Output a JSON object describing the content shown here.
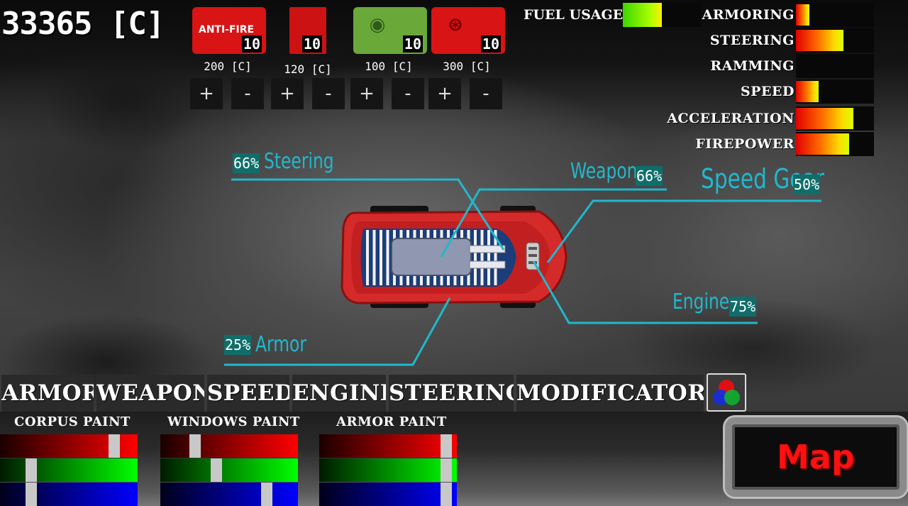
{
  "credits": "33365 [C]",
  "consumables": [
    {
      "name": "anti-fire",
      "label": "ANTI-FIRE",
      "qty": "10",
      "price": "200 [C]",
      "color": "#d81414"
    },
    {
      "name": "fuel",
      "label": "",
      "qty": "10",
      "price": "120 [C]",
      "color": "#cc1212"
    },
    {
      "name": "repair",
      "label": "",
      "qty": "10",
      "price": "100 [C]",
      "color": "#6aa83a"
    },
    {
      "name": "ammo",
      "label": "",
      "qty": "10",
      "price": "300 [C]",
      "color": "#d81414"
    }
  ],
  "plus_label": "+",
  "minus_label": "-",
  "fuel_usage": {
    "label": "FUEL USAGE",
    "level": 0.5
  },
  "stats": [
    {
      "label": "ARMORING",
      "level": 0.17
    },
    {
      "label": "STEERING",
      "level": 0.61
    },
    {
      "label": "RAMMING",
      "level": 0.0
    },
    {
      "label": "SPEED",
      "level": 0.29
    },
    {
      "label": "ACCELERATION",
      "level": 0.74
    },
    {
      "label": "FIREPOWER",
      "level": 0.68
    }
  ],
  "parts": {
    "steering": {
      "label": "Steering",
      "pct": "66%"
    },
    "weapon": {
      "label": "Weapon",
      "pct": "66%"
    },
    "speed_gear": {
      "label": "Speed Gear",
      "pct": "50%"
    },
    "engine": {
      "label": "Engine",
      "pct": "75%"
    },
    "armor": {
      "label": "Armor",
      "pct": "25%"
    }
  },
  "tabs": [
    "ARMOR",
    "WEAPON",
    "SPEED",
    "ENGINE",
    "STEERING",
    "MODIFICATORS"
  ],
  "paints": [
    {
      "title": "CORPUS PAINT",
      "r": 0.86,
      "g": 0.2,
      "b": 0.2
    },
    {
      "title": "WINDOWS PAINT",
      "r": 0.23,
      "g": 0.4,
      "b": 0.8
    },
    {
      "title": "ARMOR PAINT",
      "r": 0.96,
      "g": 0.96,
      "b": 0.96
    }
  ],
  "map_label": "Map",
  "colors": {
    "cyan": "#20b8cc",
    "car_body": "#d52a2a"
  }
}
